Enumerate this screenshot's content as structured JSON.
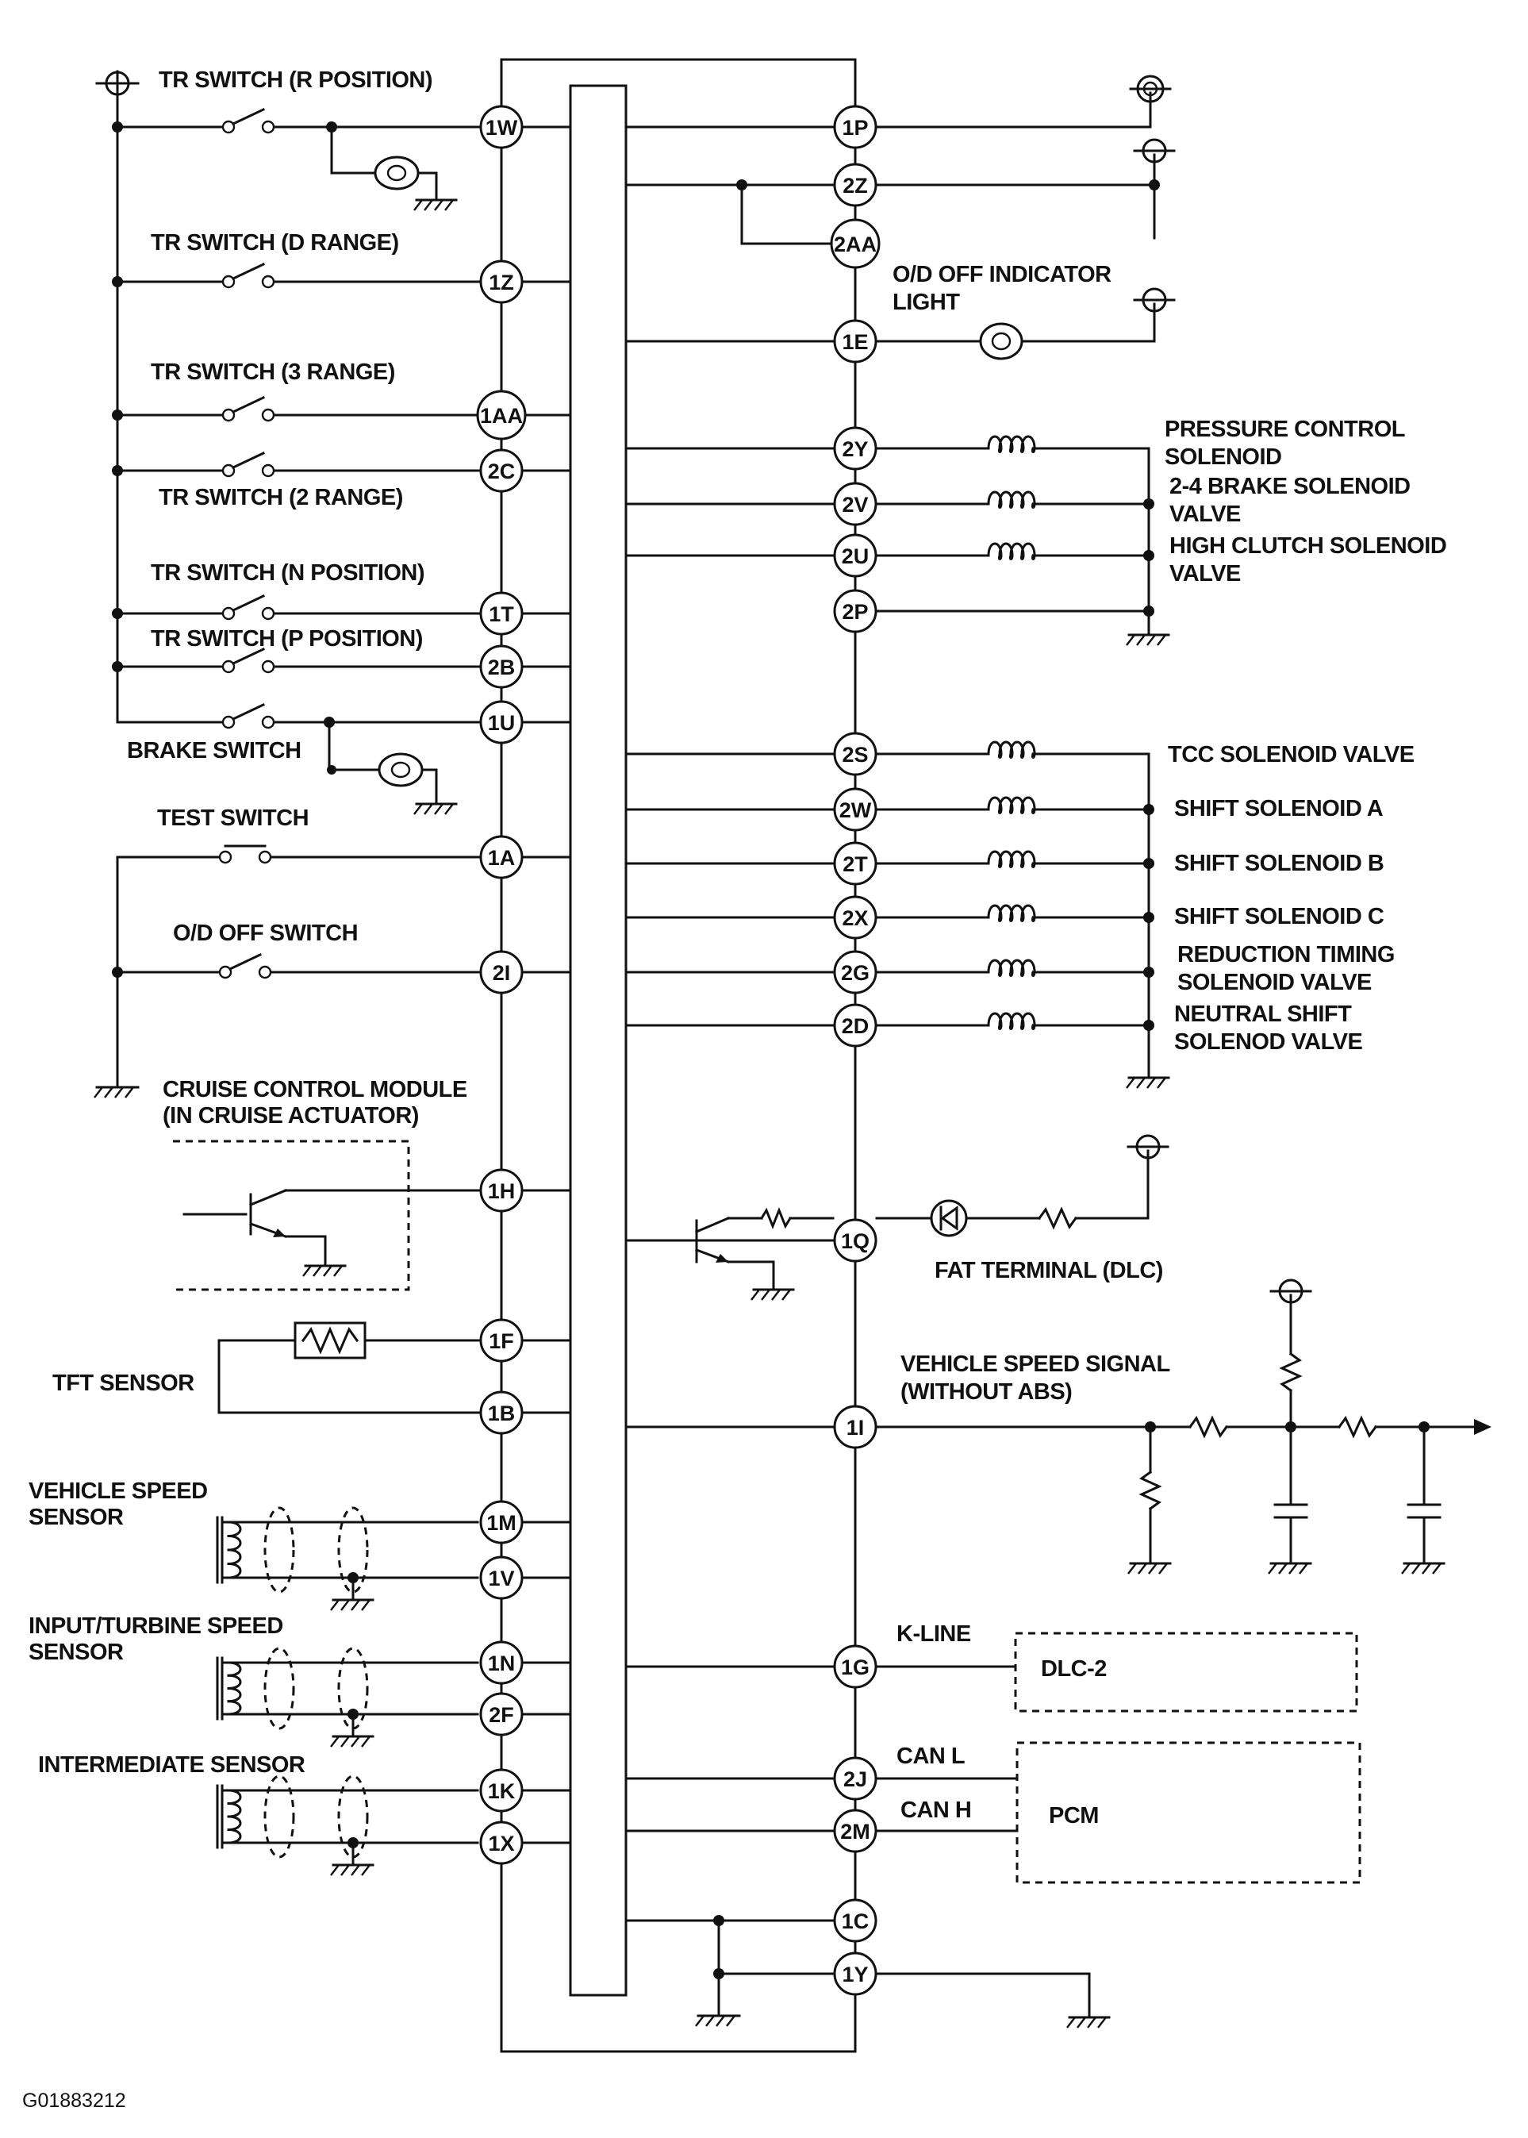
{
  "pins": {
    "left": [
      "1W",
      "1Z",
      "1AA",
      "2C",
      "1T",
      "2B",
      "1U",
      "1A",
      "2I",
      "1H",
      "1F",
      "1B",
      "1M",
      "1V",
      "1N",
      "2F",
      "1K",
      "1X"
    ],
    "right": [
      "1P",
      "2Z",
      "2AA",
      "1E",
      "2Y",
      "2V",
      "2U",
      "2P",
      "2S",
      "2W",
      "2T",
      "2X",
      "2G",
      "2D",
      "1Q",
      "1I",
      "1G",
      "2J",
      "2M",
      "1C",
      "1Y"
    ]
  },
  "labels": {
    "tr_r": "TR SWITCH (R POSITION)",
    "tr_d": "TR SWITCH (D RANGE)",
    "tr_3": "TR SWITCH (3 RANGE)",
    "tr_2": "TR SWITCH (2 RANGE)",
    "tr_n": "TR SWITCH (N POSITION)",
    "tr_p": "TR SWITCH (P POSITION)",
    "brake": "BRAKE SWITCH",
    "test": "TEST SWITCH",
    "od_off_sw": "O/D OFF SWITCH",
    "cruise_1": "CRUISE CONTROL MODULE",
    "cruise_2": "(IN CRUISE ACTUATOR)",
    "tft": "TFT SENSOR",
    "vss_1": "VEHICLE SPEED",
    "vss_2": "SENSOR",
    "input_1": "INPUT/TURBINE SPEED",
    "input_2": "SENSOR",
    "intermediate": "INTERMEDIATE SENSOR",
    "od_ind_1": "O/D OFF INDICATOR",
    "od_ind_2": "LIGHT",
    "pcs_1": "PRESSURE CONTROL",
    "pcs_2": "SOLENOID",
    "brake24_1": "2-4 BRAKE SOLENOID",
    "brake24_2": "VALVE",
    "high_1": "HIGH CLUTCH SOLENOID",
    "high_2": "VALVE",
    "tcc": "TCC SOLENOID VALVE",
    "shift_a": "SHIFT SOLENOID A",
    "shift_b": "SHIFT SOLENOID B",
    "shift_c": "SHIFT SOLENOID C",
    "red_1": "REDUCTION TIMING",
    "red_2": "SOLENOID VALVE",
    "neutral_1": "NEUTRAL SHIFT",
    "neutral_2": "SOLENOD VALVE",
    "fat": "FAT TERMINAL (DLC)",
    "speed_sig_1": "VEHICLE SPEED SIGNAL",
    "speed_sig_2": "(WITHOUT ABS)",
    "kline": "K-LINE",
    "dlc2": "DLC-2",
    "can_l": "CAN L",
    "can_h": "CAN H",
    "pcm": "PCM",
    "figure_id": "G01883212"
  }
}
